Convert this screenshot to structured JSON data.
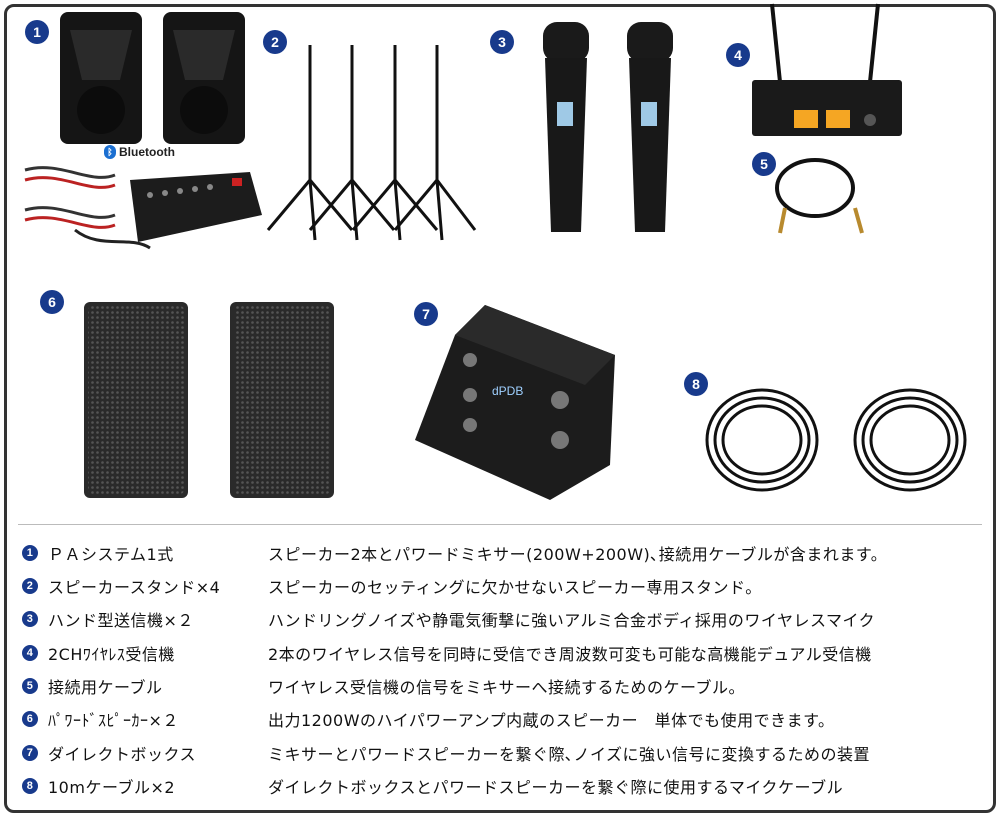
{
  "badges": [
    "1",
    "2",
    "3",
    "4",
    "5",
    "6",
    "7",
    "8"
  ],
  "bluetooth_label": "Bluetooth",
  "dpdb_label": "dPDB",
  "items": [
    {
      "num": "1",
      "name": "ＰＡシステム1式",
      "desc": "スピーカー2本とパワードミキサー(200W+200W)､接続用ケーブルが含まれます。"
    },
    {
      "num": "2",
      "name": "スピーカースタンド×4",
      "desc": "スピーカーのセッティングに欠かせないスピーカー専用スタンド。"
    },
    {
      "num": "3",
      "name": "ハンド型送信機×２",
      "desc": "ハンドリングノイズや静電気衝撃に強いアルミ合金ボディ採用のワイヤレスマイク"
    },
    {
      "num": "4",
      "name": "2CHﾜｲﾔﾚｽ受信機",
      "desc": "2本のワイヤレス信号を同時に受信でき周波数可変も可能な高機能デュアル受信機"
    },
    {
      "num": "5",
      "name": "接続用ケーブル",
      "desc": "ワイヤレス受信機の信号をミキサーへ接続するためのケーブル。"
    },
    {
      "num": "6",
      "name": "ﾊﾟﾜｰﾄﾞｽﾋﾟｰｶｰ×２",
      "desc": "出力1200Wのハイパワーアンプ内蔵のスピーカー　単体でも使用できます。"
    },
    {
      "num": "7",
      "name": "ダイレクトボックス",
      "desc": "ミキサーとパワードスピーカーを繋ぐ際､ノイズに強い信号に変換するための装置"
    },
    {
      "num": "8",
      "name": "10mケーブル×2",
      "desc": "ダイレクトボックスとパワードスピーカーを繋ぐ際に使用するマイクケーブル"
    }
  ]
}
